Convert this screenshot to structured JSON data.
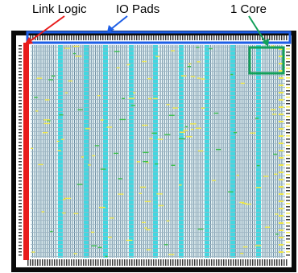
{
  "annotations": {
    "link_logic": {
      "text": "Link Logic",
      "color": "#e81c1c"
    },
    "io_pads": {
      "text": "IO Pads",
      "color": "#1d5ee6"
    },
    "core": {
      "text": "1 Core",
      "color": "#14a05a"
    }
  },
  "die": {
    "outer_color": "#0a0a0a",
    "fabric_color": "#e8f4f6",
    "cell_color": "#6e8fa3",
    "channel_color": "#43d7e0",
    "yellow_color": "#f0e84a",
    "pad_color": "#3a3a3a",
    "green_color": "#3ac04a"
  }
}
